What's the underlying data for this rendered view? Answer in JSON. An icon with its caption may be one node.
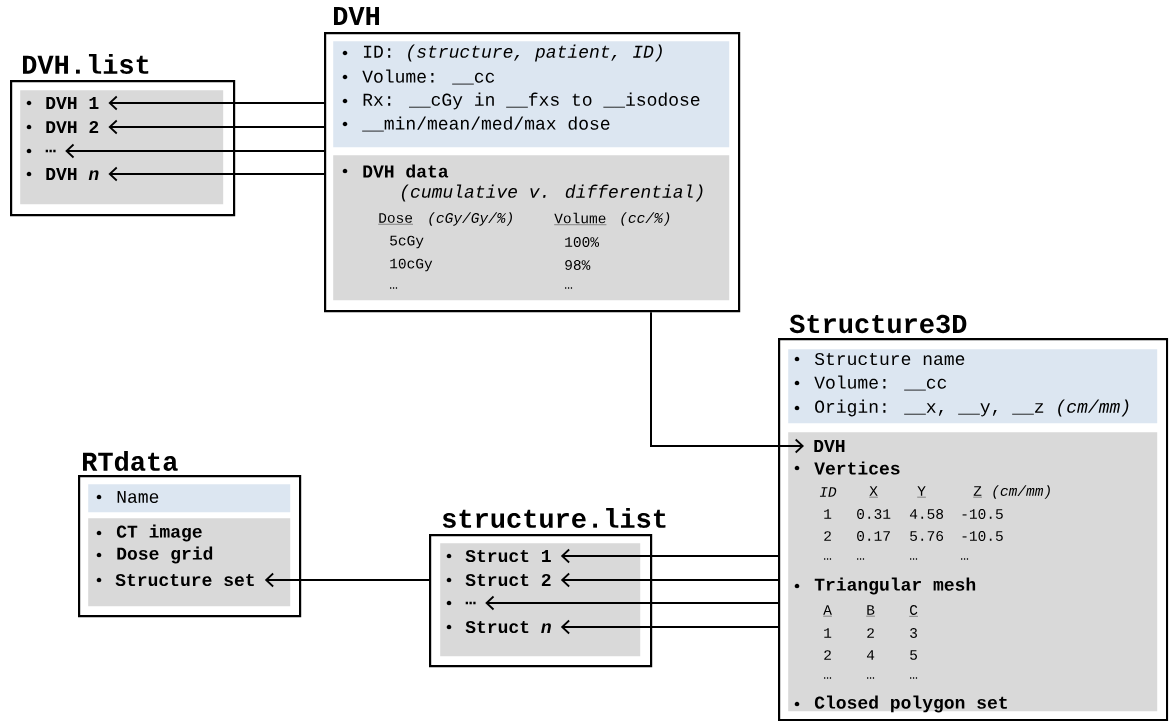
{
  "diagram": {
    "nodes": [
      {
        "text": [
          "DVH.list"
        ]
      },
      {
        "text": [],
        "shape": "box",
        "in": 0
      },
      {
        "text": [
          "DVH 1"
        ],
        "in": 1
      },
      {
        "text": [
          "DVH 2"
        ],
        "in": 1
      },
      {
        "text": [
          "…"
        ],
        "in": 1
      },
      {
        "text": [
          "DVH *n*"
        ],
        "in": 1
      },
      {
        "text": [
          "DVH"
        ]
      },
      {
        "text": [
          "ID: *(structure, patient, ID)*",
          "Volume: __cc",
          "Rx: __cGy in __fxs to __isodose",
          "__min/mean/med/max dose"
        ],
        "in": 6
      },
      {
        "text": [
          "DVH data",
          "(cumulative v. differential)",
          "Dose",
          "(cGy/Gy/%)",
          "Volume",
          "(cc/%)",
          "5cGy",
          "100%",
          "10cGy",
          "98%",
          "…",
          "…"
        ],
        "in": 6
      },
      {
        "text": [
          "Structure3D"
        ]
      },
      {
        "text": [
          "Structure name",
          "Volume: __cc",
          "Origin: __x, __y, __z *(cm/mm)*"
        ],
        "in": 9
      },
      {
        "text": [
          "Vertices",
          "ID",
          "X",
          "Y",
          "Z",
          "(cm/mm)",
          "1",
          "0.31",
          "4.58",
          "-10.5",
          "2",
          "0.17",
          "5.76",
          "-10.5",
          "…",
          "…",
          "…",
          "…",
          "Triangular mesh",
          "A",
          "B",
          "C",
          "1",
          "2",
          "3",
          "2",
          "4",
          "5",
          "…",
          "…",
          "…",
          "Closed polygon set"
        ],
        "in": 9
      },
      {
        "text": [
          "DVH"
        ],
        "in": 11
      },
      {
        "text": [
          "RTdata"
        ]
      },
      {
        "text": [
          "Name"
        ],
        "in": 13
      },
      {
        "text": [
          "CT image",
          "Dose grid"
        ],
        "in": 13
      },
      {
        "text": [
          "Structure set"
        ],
        "in": 15
      },
      {
        "text": [
          "structure.list"
        ]
      },
      {
        "text": [],
        "shape": "box",
        "in": 17
      },
      {
        "text": [
          "Struct 1"
        ],
        "in": 18
      },
      {
        "text": [
          "Struct 2"
        ],
        "in": 18
      },
      {
        "text": [
          "…"
        ],
        "in": 18
      },
      {
        "text": [
          "Struct *n*"
        ],
        "in": 18
      }
    ],
    "edges": [
      {
        "from": 6,
        "to": 2,
        "arrow": "to"
      },
      {
        "from": 6,
        "to": 3,
        "arrow": "to"
      },
      {
        "from": 6,
        "to": 4,
        "arrow": "to"
      },
      {
        "from": 6,
        "to": 5,
        "arrow": "to"
      },
      {
        "from": 6,
        "to": 12,
        "arrow": "to"
      },
      {
        "from": 17,
        "to": 16,
        "arrow": "to"
      },
      {
        "from": 9,
        "to": 19,
        "arrow": "to"
      },
      {
        "from": 9,
        "to": 20,
        "arrow": "to"
      },
      {
        "from": 9,
        "to": 21,
        "arrow": "to"
      },
      {
        "from": 9,
        "to": 22,
        "arrow": "to"
      }
    ]
  }
}
